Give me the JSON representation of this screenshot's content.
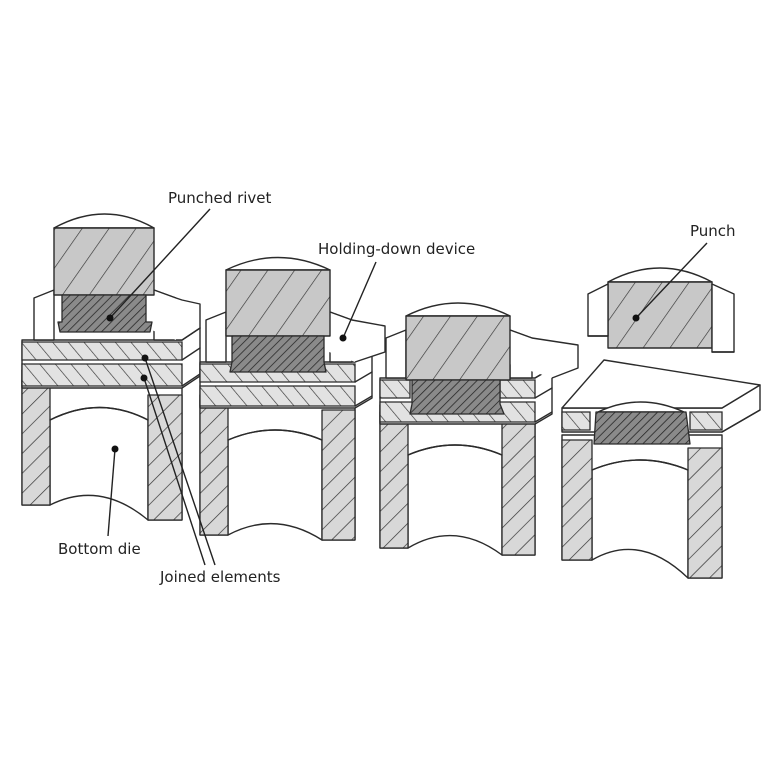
{
  "labels": {
    "punched_rivet": "Punched rivet",
    "holding_down_device": "Holding-down device",
    "punch": "Punch",
    "bottom_die": "Bottom die",
    "joined_elements": "Joined elements"
  },
  "colors": {
    "line": "#2b2b2b",
    "background": "#ffffff",
    "hatch_light": "#d2d2d2",
    "hatch_dark": "#8a8a8a"
  }
}
